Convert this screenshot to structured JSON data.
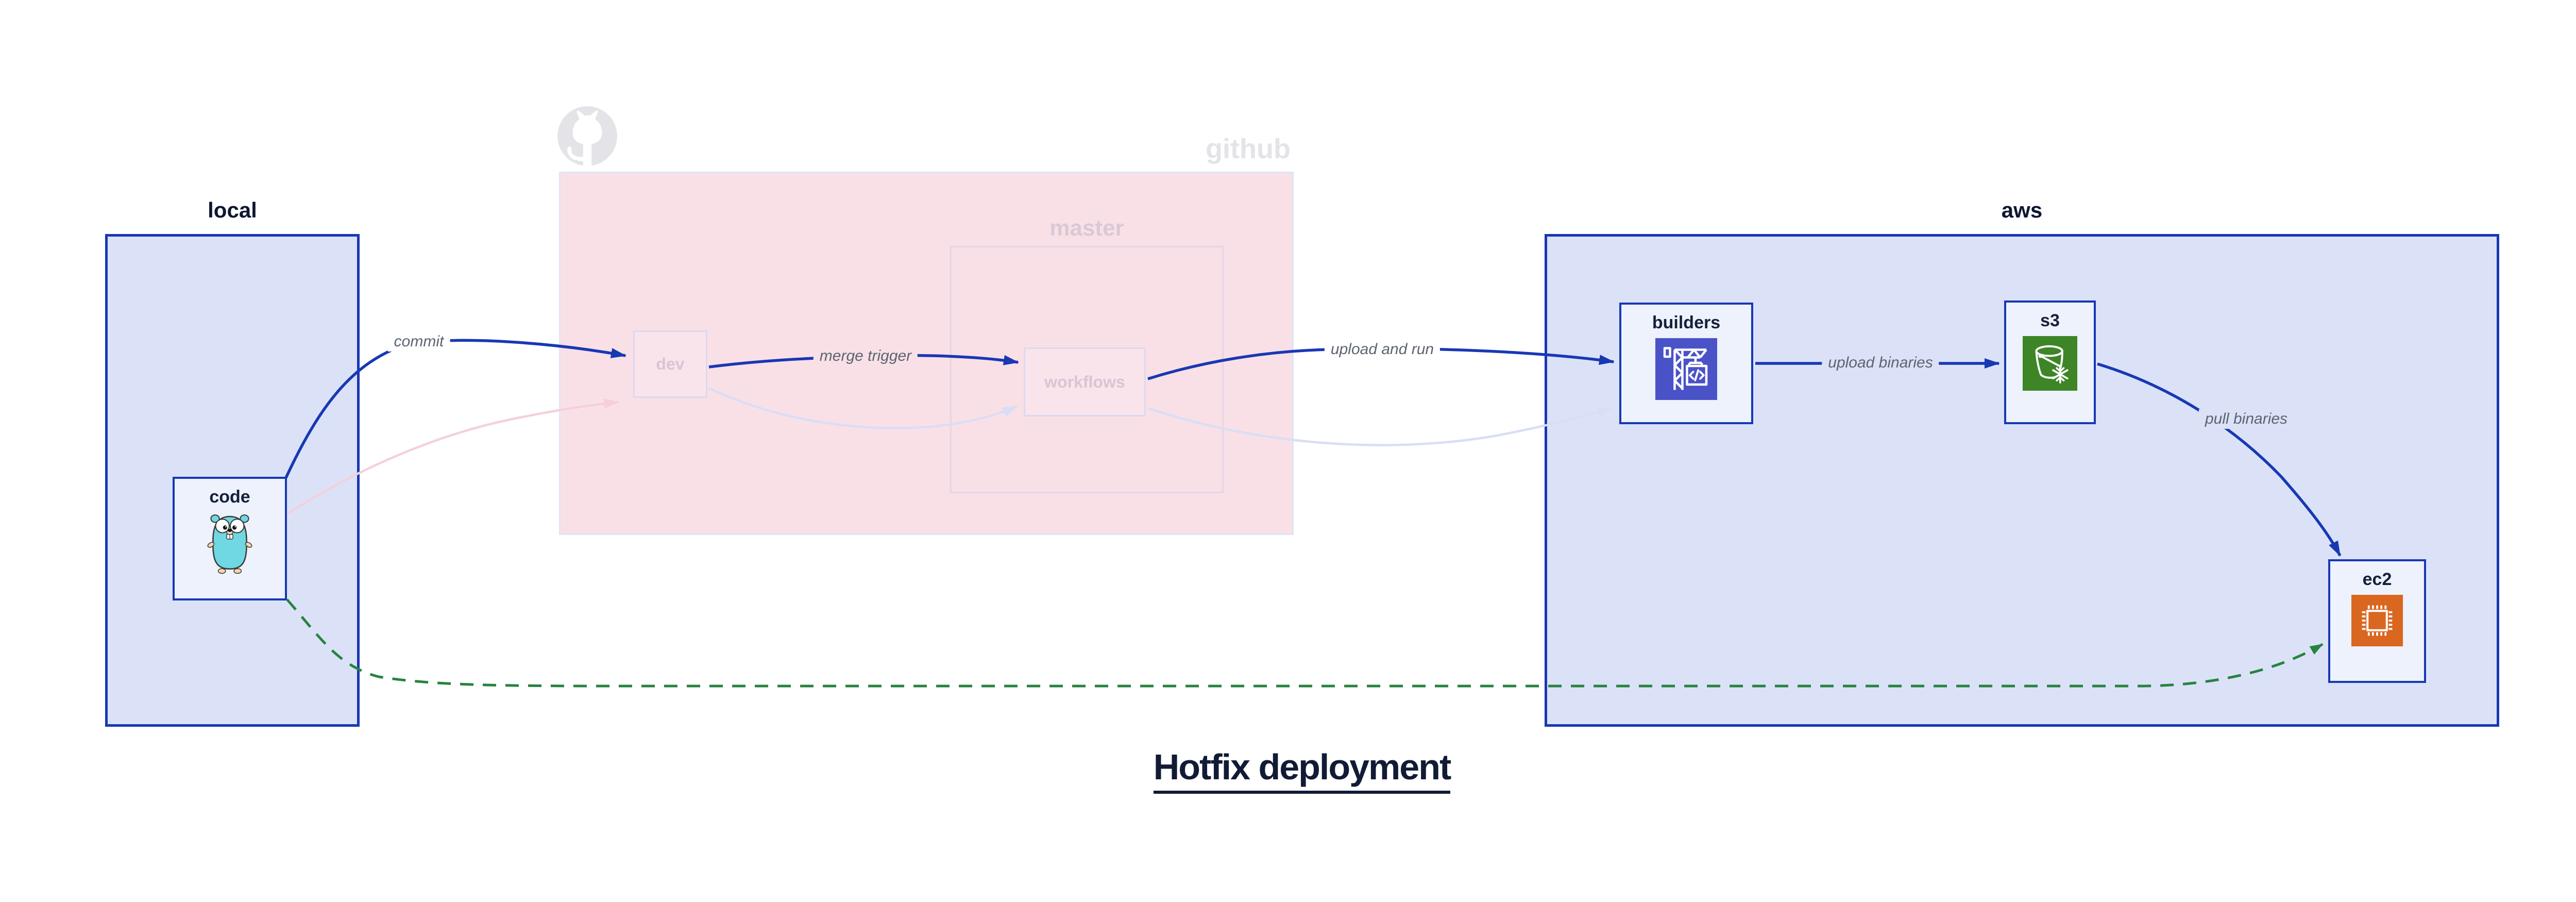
{
  "diagram": {
    "title": "Hotfix deployment",
    "containers": {
      "local": {
        "label": "local"
      },
      "github": {
        "label": "github"
      },
      "master": {
        "label": "master"
      },
      "aws": {
        "label": "aws"
      }
    },
    "nodes": {
      "code": {
        "label": "code",
        "icon": "go-gopher-icon"
      },
      "dev": {
        "label": "dev"
      },
      "workflows": {
        "label": "workflows"
      },
      "builders": {
        "label": "builders",
        "icon": "codebuild-crane-icon",
        "icon_bg": "#4a52c8"
      },
      "s3": {
        "label": "s3",
        "icon": "s3-glacier-bucket-icon",
        "icon_bg": "#3d8526"
      },
      "ec2": {
        "label": "ec2",
        "icon": "ec2-chip-icon",
        "icon_bg": "#d9671f"
      }
    },
    "edges": {
      "commit": {
        "label": "commit",
        "style": "solid",
        "color": "#1838b4"
      },
      "merge_trigger": {
        "label": "merge trigger",
        "style": "solid",
        "color": "#1838b4"
      },
      "upload_and_run": {
        "label": "upload and run",
        "style": "solid",
        "color": "#1838b4"
      },
      "upload_binaries": {
        "label": "upload binaries",
        "style": "solid",
        "color": "#1838b4"
      },
      "pull_binaries": {
        "label": "pull binaries",
        "style": "solid",
        "color": "#1838b4"
      },
      "code_to_dev_faded": {
        "label": "",
        "style": "solid",
        "color": "#f5d0dc"
      },
      "dev_to_workflows_faded": {
        "label": "",
        "style": "solid",
        "color": "#d9def4"
      },
      "workflows_to_builders_faded": {
        "label": "",
        "style": "solid",
        "color": "#d9def4"
      },
      "hotfix_dashed": {
        "label": "",
        "style": "dashed",
        "color": "#27833f"
      }
    },
    "colors": {
      "accent_blue": "#1838b4",
      "container_fill": "#dbe2f8",
      "node_fill": "#edf2fc",
      "github_fill": "#f9e0e7",
      "github_border": "#dee5f7",
      "master_border": "#e6d5e4",
      "faded_node_border": "#ddd8ef",
      "faded_node_fill": "#fae4eb",
      "faded_text": "#d8c5d3",
      "watermark_text": "#e3e3e8",
      "edge_label_gray": "#5c6470",
      "green_dashed": "#27833f",
      "pink_edge": "#f5d0dc",
      "lavender_edge": "#d9def4",
      "builders_icon_bg": "#4a52c8",
      "s3_icon_bg": "#3d8526",
      "ec2_icon_bg": "#d9671f",
      "title_color": "#111b36"
    }
  }
}
